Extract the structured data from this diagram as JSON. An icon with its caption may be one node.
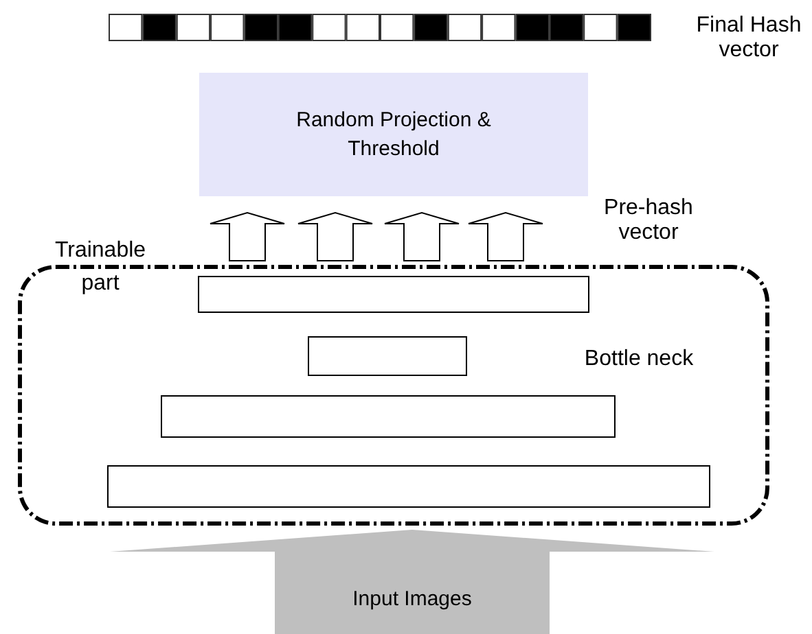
{
  "diagram": {
    "nodes": [
      {
        "text": [],
        "shape": "bar",
        "beside": [
          "Final Hash vector"
        ]
      },
      {
        "text": [
          "Random Projection & Threshold"
        ]
      },
      {
        "text": [
          "Trainable part"
        ]
      },
      {
        "text": [],
        "shape": "box",
        "in": 2
      },
      {
        "text": [],
        "shape": "box",
        "in": 2
      },
      {
        "text": [],
        "shape": "box",
        "in": 2
      },
      {
        "text": [],
        "shape": "box",
        "in": 2
      },
      {
        "text": [
          "Input Images"
        ]
      }
    ],
    "edges": [
      {
        "from": 2,
        "to": 1,
        "arrow": "to"
      },
      {
        "from": 2,
        "to": 1,
        "arrow": "to"
      },
      {
        "from": 2,
        "to": 1,
        "arrow": "to"
      },
      {
        "from": 2,
        "to": 1,
        "arrow": "to"
      }
    ],
    "labels": [
      "Pre-hash vector",
      "Bottle neck"
    ]
  }
}
